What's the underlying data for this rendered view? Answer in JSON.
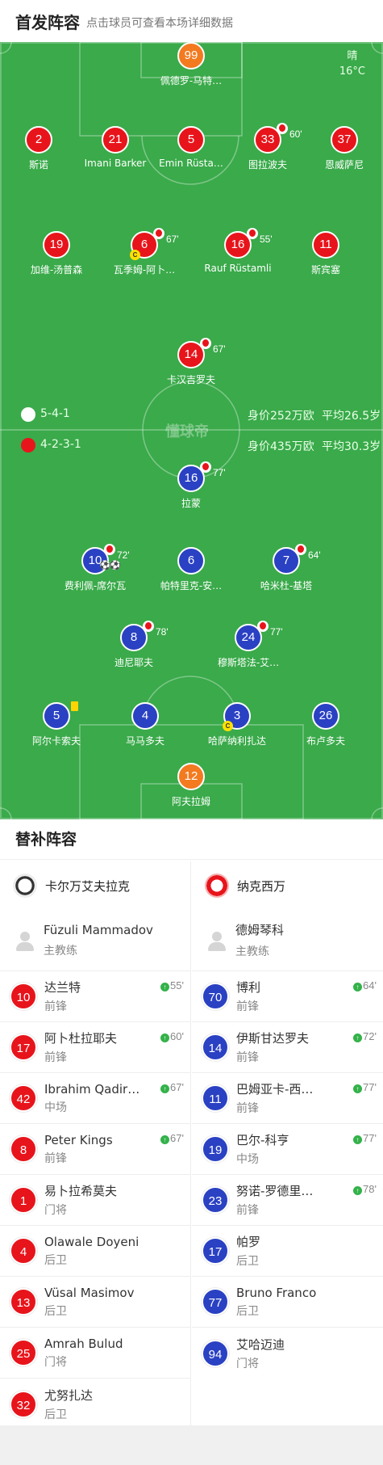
{
  "header": {
    "title": "首发阵容",
    "subtitle": "点击球员可查看本场详细数据"
  },
  "weather": {
    "condition": "晴",
    "temperature": "16°C"
  },
  "watermark": "懂球帝",
  "home_team": {
    "formation": "5-4-1",
    "market_value": "身价252万欧",
    "avg_age": "平均26.5岁"
  },
  "away_team": {
    "formation": "4-2-3-1",
    "market_value": "身价435万欧",
    "avg_age": "平均30.3岁"
  },
  "lineup_home": [
    {
      "num": "99",
      "name": "佩德罗-马特…",
      "role": "gk"
    },
    {
      "num": "2",
      "name": "斯诺"
    },
    {
      "num": "21",
      "name": "Imani Barker"
    },
    {
      "num": "5",
      "name": "Emin Rüsta…"
    },
    {
      "num": "33",
      "name": "图拉波夫",
      "sub_min": "60'"
    },
    {
      "num": "37",
      "name": "恩威萨尼"
    },
    {
      "num": "19",
      "name": "加维-汤普森"
    },
    {
      "num": "6",
      "name": "瓦季姆-阿卜…",
      "sub_min": "67'",
      "captain": "C"
    },
    {
      "num": "16",
      "name": "Rauf Rüstamli",
      "sub_min": "55'"
    },
    {
      "num": "11",
      "name": "斯宾塞"
    },
    {
      "num": "14",
      "name": "卡汉吉罗夫",
      "sub_min": "67'"
    }
  ],
  "lineup_away": [
    {
      "num": "16",
      "name": "拉蒙",
      "sub_min": "77'"
    },
    {
      "num": "10",
      "name": "费利佩-席尔瓦",
      "sub_min": "72'",
      "goals": "⚽⚽"
    },
    {
      "num": "6",
      "name": "帕特里克-安…"
    },
    {
      "num": "7",
      "name": "哈米杜-基塔",
      "sub_min": "64'"
    },
    {
      "num": "8",
      "name": "迪尼耶夫",
      "sub_min": "78'"
    },
    {
      "num": "24",
      "name": "穆斯塔法-艾…",
      "sub_min": "77'"
    },
    {
      "num": "5",
      "name": "阿尔卡索夫",
      "yellow": true
    },
    {
      "num": "4",
      "name": "马马多夫"
    },
    {
      "num": "3",
      "name": "哈萨纳利扎达",
      "captain": "C"
    },
    {
      "num": "26",
      "name": "布卢多夫"
    },
    {
      "num": "12",
      "name": "阿夫拉姆",
      "role": "gk"
    }
  ],
  "subs": {
    "title": "替补阵容",
    "home": {
      "team_name": "卡尔万艾夫拉克",
      "coach_name": "Füzuli Mammadov",
      "coach_role": "主教练",
      "players": [
        {
          "num": "10",
          "name": "达兰特",
          "pos": "前锋",
          "in": "55'"
        },
        {
          "num": "17",
          "name": "阿卜杜拉耶夫",
          "pos": "前锋",
          "in": "60'"
        },
        {
          "num": "42",
          "name": "Ibrahim Qadir…",
          "pos": "中场",
          "in": "67'"
        },
        {
          "num": "8",
          "name": "Peter Kings",
          "pos": "前锋",
          "in": "67'"
        },
        {
          "num": "1",
          "name": "易卜拉希莫夫",
          "pos": "门将"
        },
        {
          "num": "4",
          "name": "Olawale Doyeni",
          "pos": "后卫"
        },
        {
          "num": "13",
          "name": "Vüsal Masimov",
          "pos": "后卫"
        },
        {
          "num": "25",
          "name": "Amrah Bulud",
          "pos": "门将"
        },
        {
          "num": "32",
          "name": "尤努扎达",
          "pos": "后卫"
        }
      ]
    },
    "away": {
      "team_name": "纳克西万",
      "coach_name": "德姆琴科",
      "coach_role": "主教练",
      "players": [
        {
          "num": "70",
          "name": "博利",
          "pos": "前锋",
          "in": "64'"
        },
        {
          "num": "14",
          "name": "伊斯甘达罗夫",
          "pos": "前锋",
          "in": "72'"
        },
        {
          "num": "11",
          "name": "巴姆亚卡-西…",
          "pos": "前锋",
          "in": "77'"
        },
        {
          "num": "19",
          "name": "巴尔-科亨",
          "pos": "中场",
          "in": "77'"
        },
        {
          "num": "23",
          "name": "努诺-罗德里…",
          "pos": "前锋",
          "in": "78'"
        },
        {
          "num": "17",
          "name": "帕罗",
          "pos": "后卫"
        },
        {
          "num": "77",
          "name": "Bruno Franco",
          "pos": "后卫"
        },
        {
          "num": "94",
          "name": "艾哈迈迪",
          "pos": "门将"
        }
      ]
    }
  },
  "colors": {
    "pitch": "#3aaa4a",
    "home": "#e8141b",
    "away": "#2a41c3",
    "keeper": "#f37a1f",
    "sub_in": "#33b249"
  },
  "icons": {
    "sub_out": "sub-out-icon",
    "sub_in": "sub-in-icon",
    "coach": "coach-avatar-icon",
    "captain": "captain-icon",
    "yellow_card": "yellow-card-icon",
    "goal": "goal-icon"
  }
}
